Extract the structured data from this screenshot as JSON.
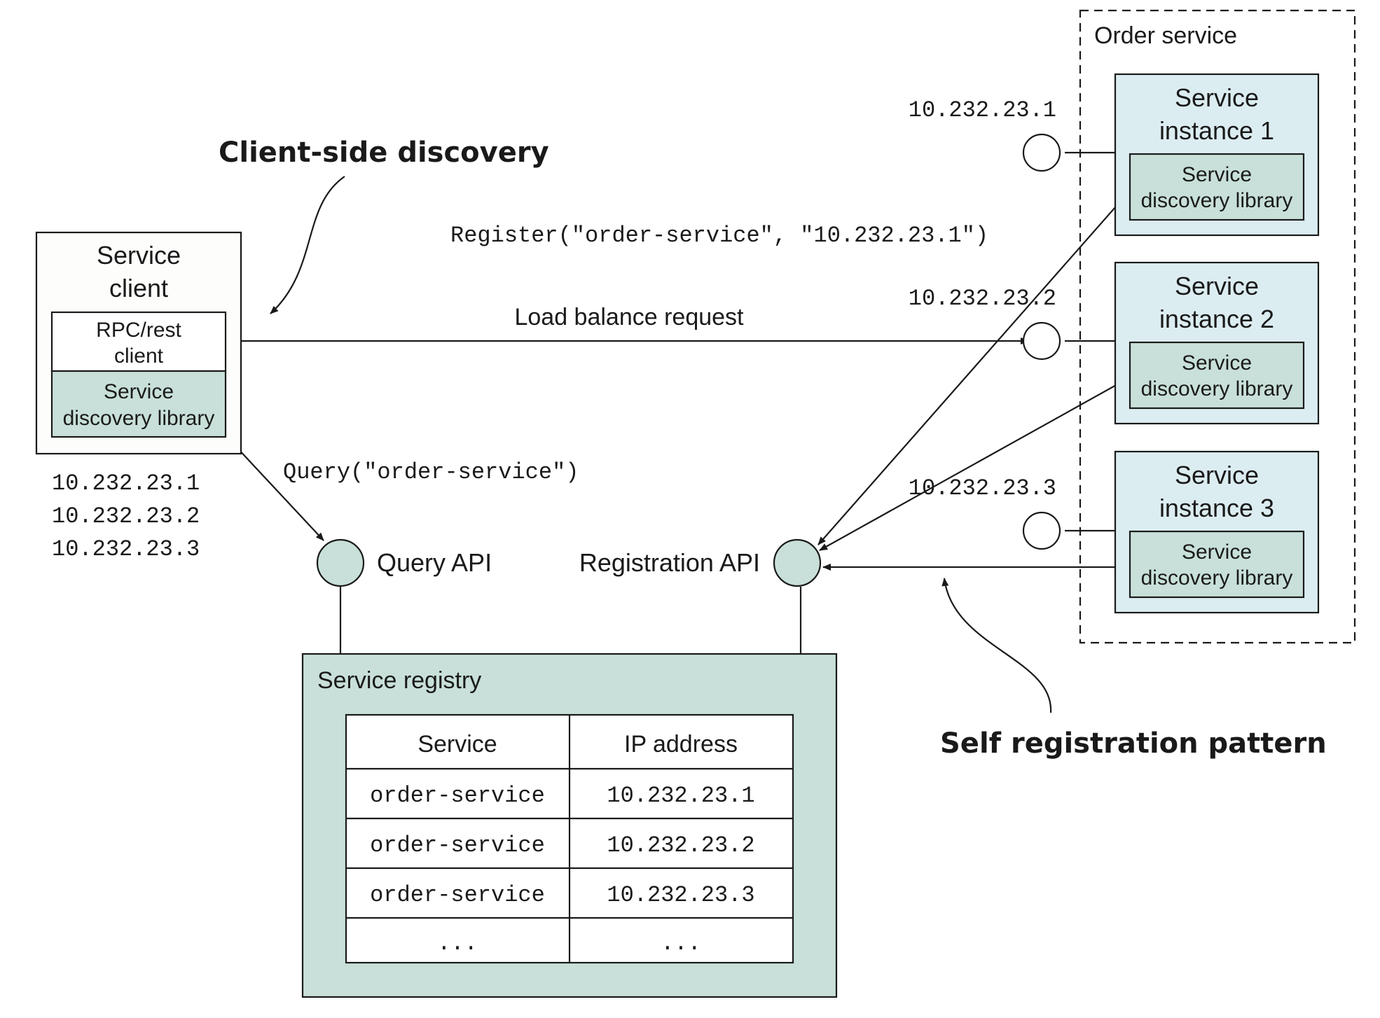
{
  "colors": {
    "line": "#1a1a1a",
    "client_box_bg": "#fdfdfb",
    "library_bg": "#c8e0d9",
    "instance_bg": "#dcedf1",
    "registry_bg": "#c8e0d9",
    "port_bg": "#c8e0d9",
    "white": "#ffffff"
  },
  "annotations": {
    "client_side": "Client-side discovery",
    "self_registration": "Self registration pattern"
  },
  "client": {
    "title_line1": "Service",
    "title_line2": "client",
    "rpc_line1": "RPC/rest",
    "rpc_line2": "client",
    "lib_line1": "Service",
    "lib_line2": "discovery library",
    "ips": [
      "10.232.23.1",
      "10.232.23.2",
      "10.232.23.3"
    ]
  },
  "labels": {
    "register_call": "Register(\"order-service\", \"10.232.23.1\")",
    "load_balance": "Load balance request",
    "query_call": "Query(\"order-service\")",
    "query_api": "Query API",
    "registration_api": "Registration API"
  },
  "order_service": {
    "title": "Order service",
    "instances": [
      {
        "line1": "Service",
        "line2": "instance 1",
        "ip": "10.232.23.1",
        "lib_line1": "Service",
        "lib_line2": "discovery library"
      },
      {
        "line1": "Service",
        "line2": "instance 2",
        "ip": "10.232.23.2",
        "lib_line1": "Service",
        "lib_line2": "discovery library"
      },
      {
        "line1": "Service",
        "line2": "instance 3",
        "ip": "10.232.23.3",
        "lib_line1": "Service",
        "lib_line2": "discovery library"
      }
    ]
  },
  "registry": {
    "title": "Service registry",
    "headers": [
      "Service",
      "IP address"
    ],
    "rows": [
      [
        "order-service",
        "10.232.23.1"
      ],
      [
        "order-service",
        "10.232.23.2"
      ],
      [
        "order-service",
        "10.232.23.3"
      ],
      [
        "...",
        "..."
      ]
    ]
  }
}
